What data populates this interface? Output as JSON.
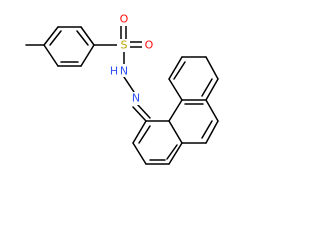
{
  "molecule": {
    "name": "",
    "colors": {
      "bond": "#000000",
      "sulfur": "#b8a400",
      "oxygen": "#ff0d0d",
      "nitrogen": "#3050f8",
      "background": "#ffffff"
    },
    "atoms": {
      "sulfur": {
        "symbol": "S"
      },
      "oxygen_top": {
        "symbol": "O"
      },
      "oxygen_right": {
        "symbol": "O"
      },
      "nitrogen_amine": {
        "symbol": "H",
        "prefix": "N"
      },
      "nitrogen_imine": {
        "symbol": "N"
      }
    }
  }
}
